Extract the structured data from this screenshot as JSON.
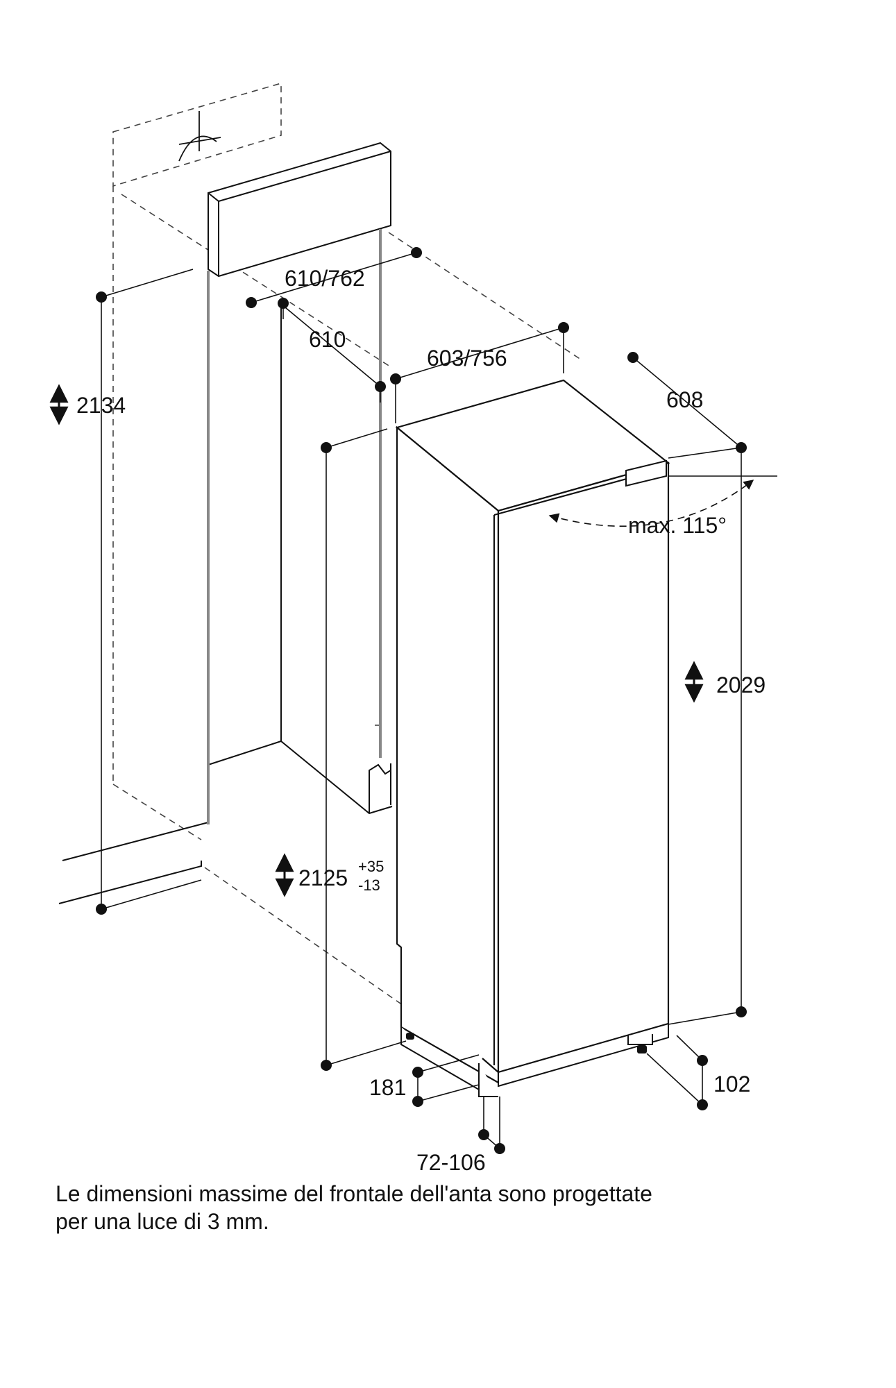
{
  "dimensions": {
    "niche_height": "2134",
    "niche_width": "610/762",
    "niche_depth": "610",
    "appliance_width": "603/756",
    "appliance_depth": "608",
    "door_angle": "max. 115°",
    "appliance_height": "2029",
    "install_height": "2125",
    "install_height_tol_plus": "+35",
    "install_height_tol_minus": "-13",
    "plinth_height": "181",
    "foot_depth": "102",
    "plinth_setback": "72-106"
  },
  "note": {
    "line1": "Le dimensioni massime del frontale dell'anta sono progettate",
    "line2": "per una luce di 3 mm."
  }
}
